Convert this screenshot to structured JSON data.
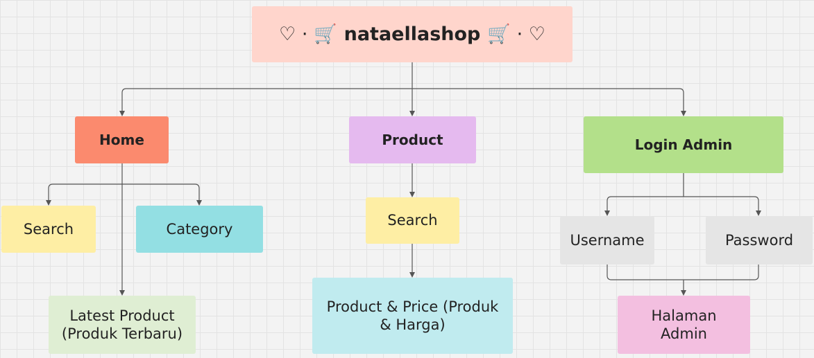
{
  "title": {
    "prefix": "♡ · 🛒",
    "text": "nataellashop",
    "suffix": "🛒 · ♡"
  },
  "nodes": {
    "home": "Home",
    "product": "Product",
    "login_admin": "Login Admin",
    "home_search": "Search",
    "home_category": "Category",
    "home_latest": "Latest Product (Produk Terbaru)",
    "product_search": "Search",
    "product_price": "Product & Price (Produk & Harga)",
    "username": "Username",
    "password": "Password",
    "halaman_admin": "Halaman Admin"
  },
  "colors": {
    "title": "#ffd5cc",
    "home": "#fb8a6e",
    "product": "#e5baef",
    "login_admin": "#b3e08a",
    "search": "#feeea4",
    "category": "#93dfe3",
    "latest": "#dfeed3",
    "product_price": "#c0ebef",
    "credential": "#e5e5e5",
    "halaman_admin": "#f3bfe0",
    "connector": "#555555"
  }
}
